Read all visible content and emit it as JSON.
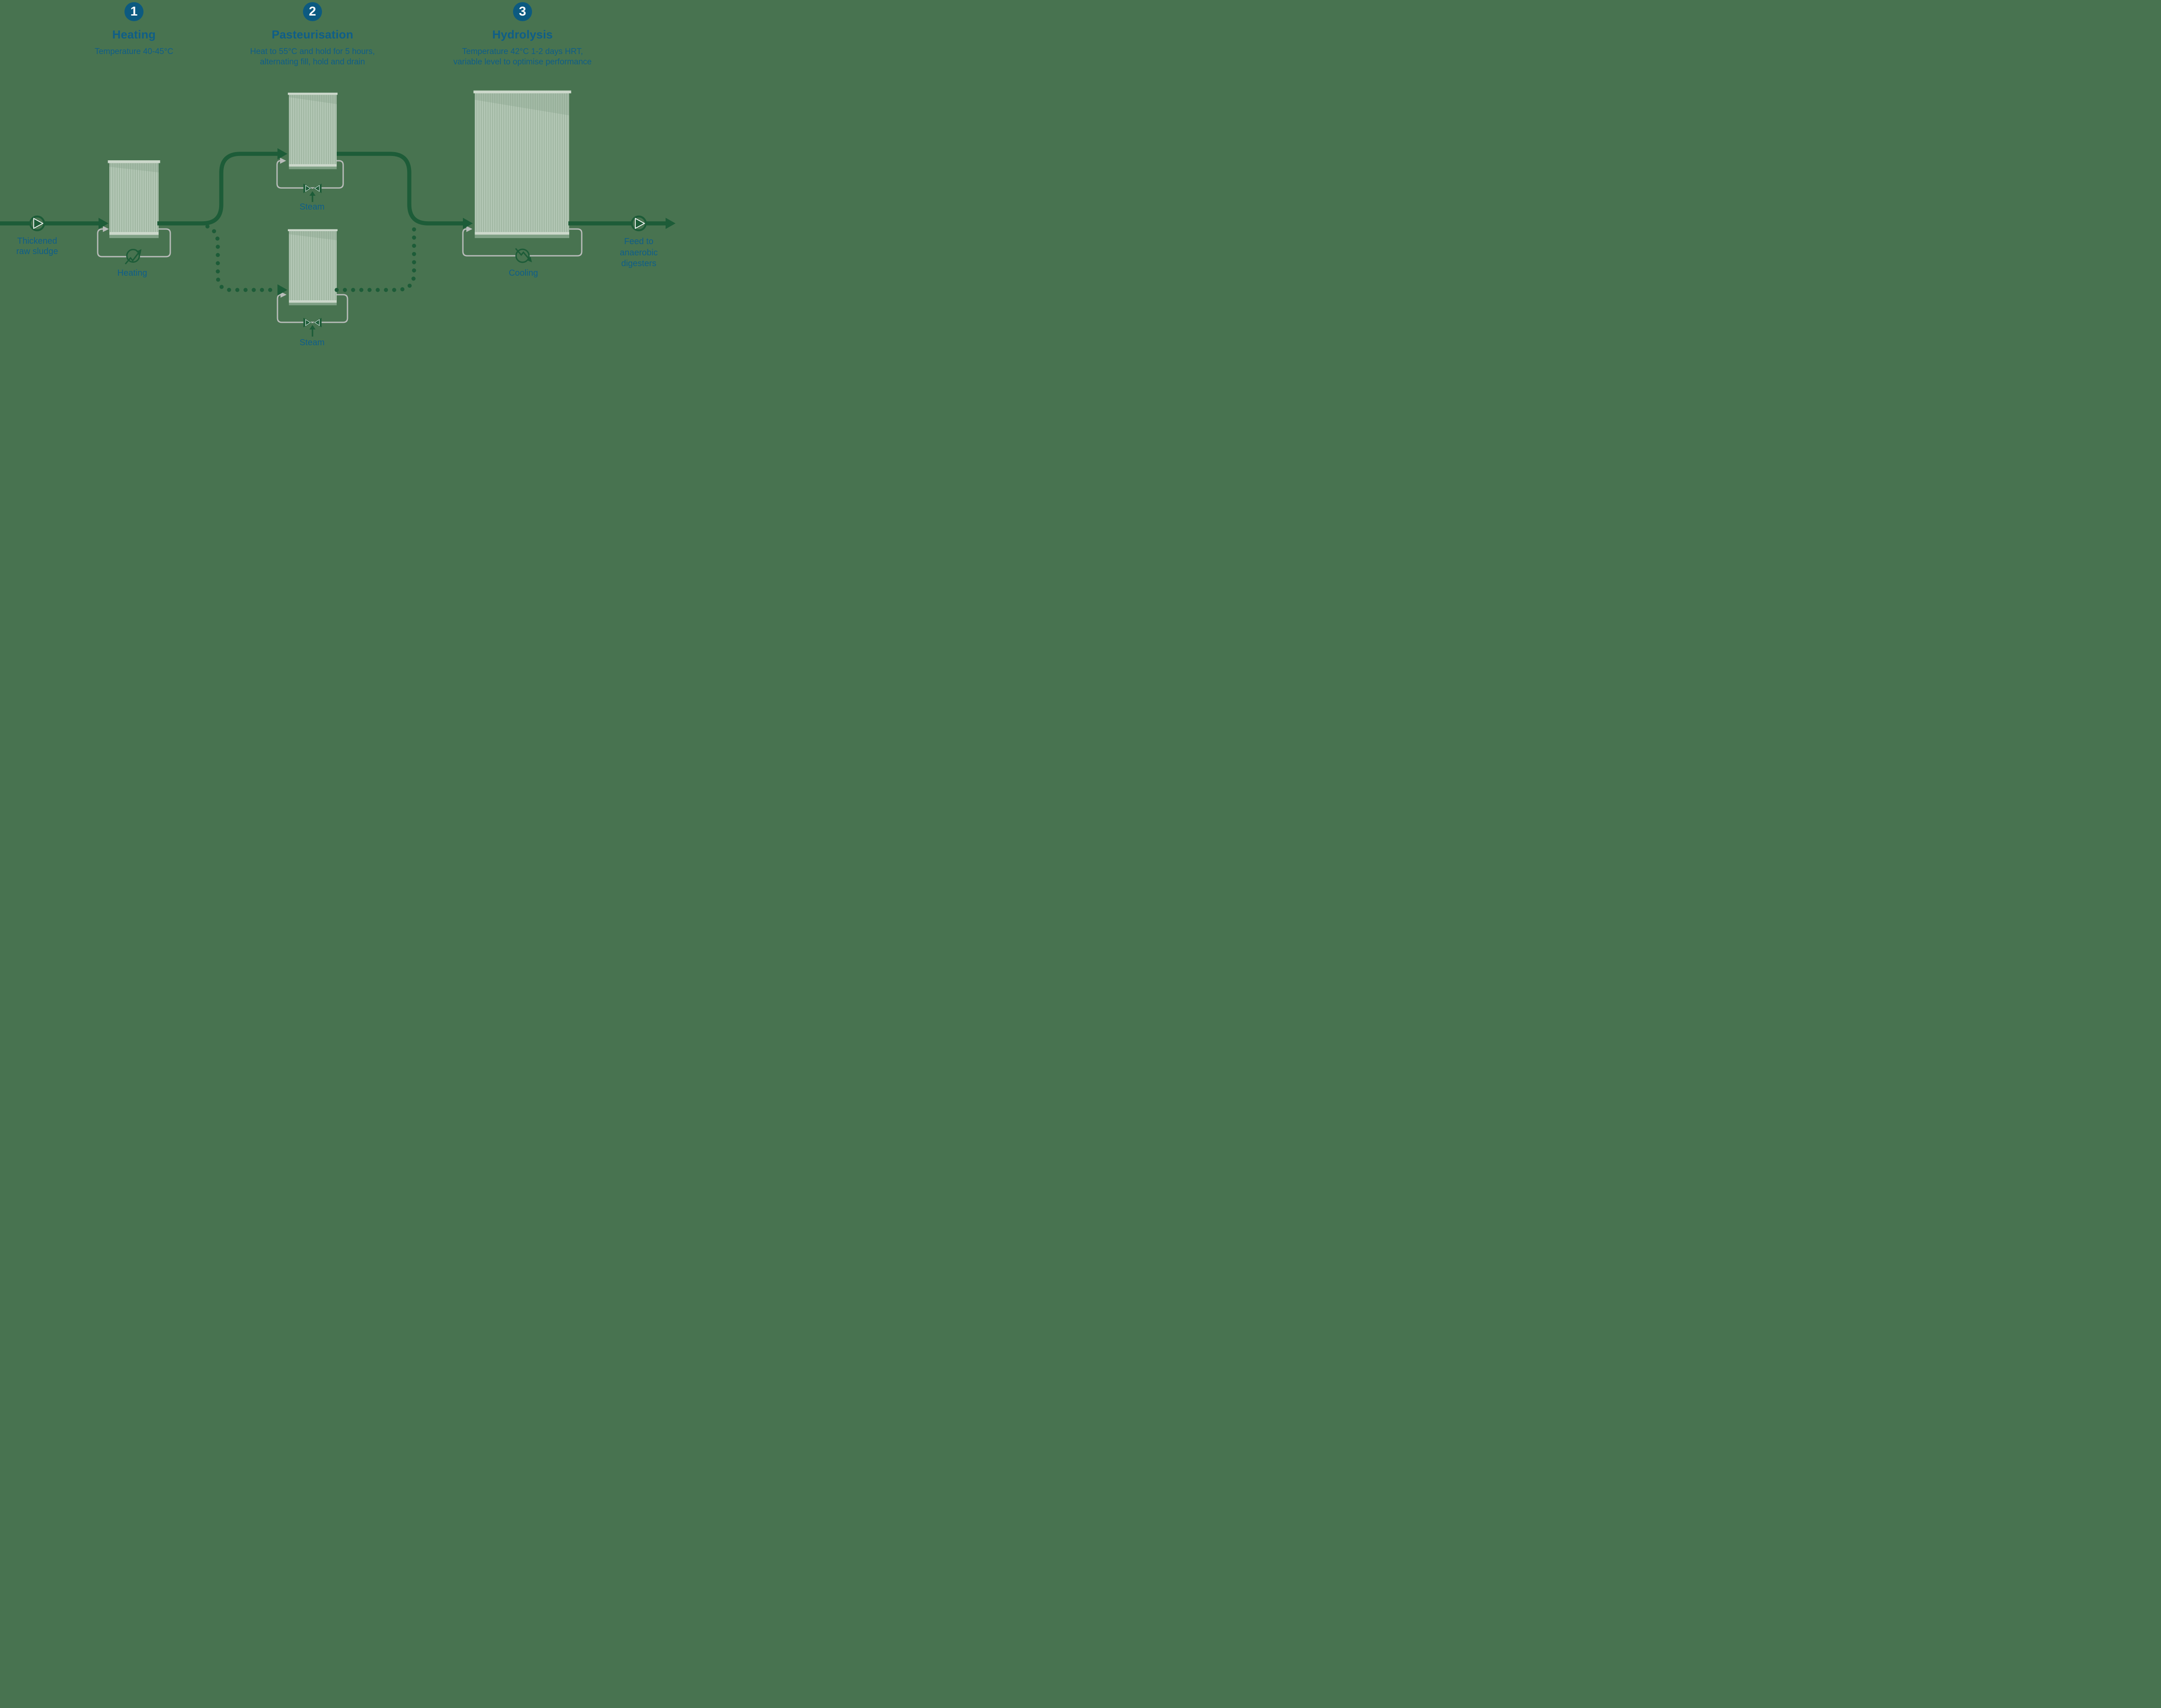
{
  "steps": [
    {
      "number": "1",
      "title": "Heating",
      "subtitle_lines": [
        "Temperature 40-45°C"
      ]
    },
    {
      "number": "2",
      "title": "Pasteurisation",
      "subtitle_lines": [
        "Heat to 55°C and hold for 5 hours,",
        "alternating fill, hold and drain"
      ]
    },
    {
      "number": "3",
      "title": "Hydrolysis",
      "subtitle_lines": [
        "Temperature 42°C 1-2 days HRT,",
        "variable level to optimise performance"
      ]
    }
  ],
  "labels": {
    "inlet_lines": [
      "Thickened",
      "raw sludge"
    ],
    "outlet_lines": [
      "Feed to",
      "anaerobic",
      "digesters"
    ],
    "heater": "Heating",
    "cooler": "Cooling",
    "steam_upper": "Steam",
    "steam_lower": "Steam"
  },
  "icons": [
    "pump-icon",
    "valve-icon",
    "heat-exchanger-icon",
    "flow-arrow-icon"
  ],
  "colors": {
    "background": "#487350",
    "flow_line": "#1d5c38",
    "text_blue": "#0f5e88",
    "badge_blue": "#0c5a80",
    "tank_body": "#b3c7b5",
    "tank_shade": "#a3baa6",
    "tank_cap": "#ccd8cb",
    "tank_base": "#7fa085",
    "recirculation_gray": "#b9bcba"
  }
}
